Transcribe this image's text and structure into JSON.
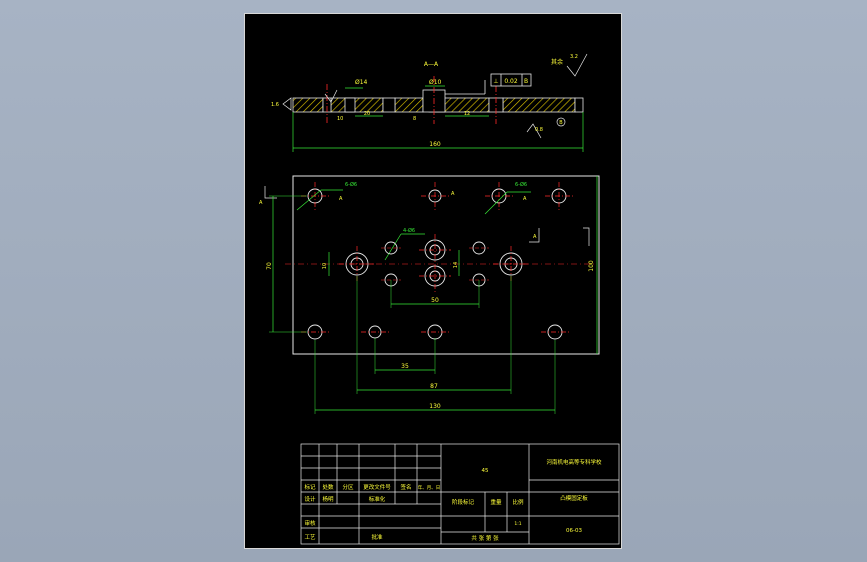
{
  "section_label": "A—A",
  "roughness_note": "其余",
  "roughness_value": "3.2",
  "roughness_left": "1.6",
  "roughness_right": "0.8",
  "gdt_symbol": "⊥",
  "gdt_value": "0.02",
  "gdt_datum": "B",
  "datum_label": "B",
  "view_label": "A",
  "hole_note_a": "6-Ø6",
  "hole_note_b": "4-Ø6",
  "dim_d14": "Ø14",
  "dim_d10": "Ø10",
  "dim_section_width": "160",
  "dim_left_depth": "10",
  "dim_mid_depth": "8",
  "dim_spacing_a": "20",
  "dim_spacing_b": "12",
  "dim_height_70": "70",
  "dim_height_100": "100",
  "dim_small_10": "10",
  "dim_small_14": "14",
  "dim_50": "50",
  "dim_35": "35",
  "dim_87": "87",
  "dim_130": "130",
  "title": {
    "material": "45",
    "school": "河南机电高等专科学校",
    "part_name": "凸模固定板",
    "drawing_no": "06-03",
    "scale": "1:1",
    "row_headers": [
      "标记",
      "处数",
      "分区",
      "更改文件号",
      "签名",
      "年、月、日"
    ],
    "design": "设计",
    "design_name": "杨明",
    "standardize": "标准化",
    "stage_mark": "阶段标记",
    "weight": "重量",
    "scale_label": "比例",
    "review": "审核",
    "process": "工艺",
    "approve": "批准",
    "sheets": "共 张 第 张"
  },
  "colors": {
    "outline": "#e8e8e8",
    "dim": "#37e837",
    "center": "#ff2a2a",
    "hatch": "#ffd200",
    "text": "#ffff3a"
  }
}
